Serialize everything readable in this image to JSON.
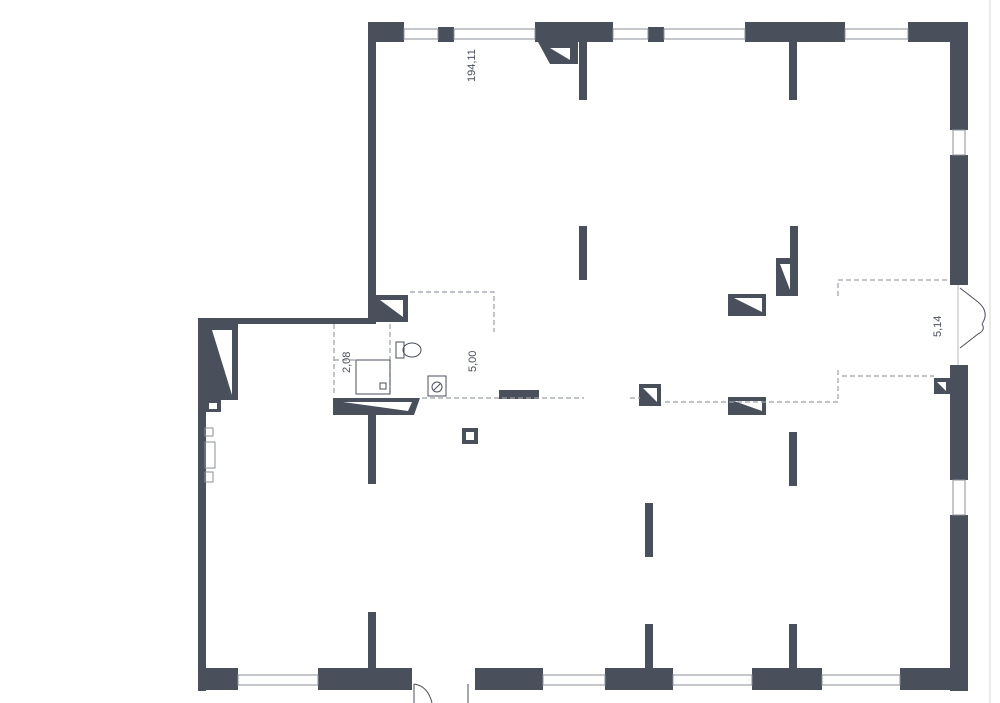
{
  "plan": {
    "area_label": "194,11",
    "dimension_labels": {
      "wc_width": "2,08",
      "wc_length": "5,00",
      "entrance_width": "5,14"
    },
    "colors": {
      "wall": "#4a4f5c",
      "window_frame": "#8a8f99",
      "background": "#ffffff",
      "dashed": "#9a9fa8"
    }
  }
}
